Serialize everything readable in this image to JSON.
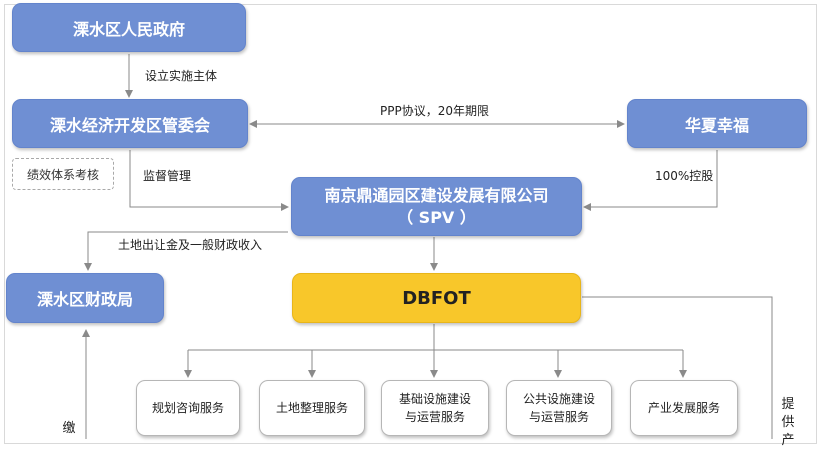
{
  "nodes": {
    "government": "溧水区人民政府",
    "committee": "溧水经济开发区管委会",
    "huaxia": "华夏幸福",
    "spv_line1": "南京鼎通园区建设发展有限公司",
    "spv_line2": "（ SPV ）",
    "finance": "溧水区财政局",
    "dbfot": "DBFOT",
    "performance": "绩效体系考核"
  },
  "services": [
    "规划咨询服务",
    "土地整理服务",
    "基础设施建设\n与运营服务",
    "公共设施建设\n与运营服务",
    "产业发展服务"
  ],
  "edges": {
    "establish": "设立实施主体",
    "ppp": "PPP协议，20年期限",
    "supervise": "监督管理",
    "holding": "100%控股",
    "land_income": "土地出让金及一般财政收入",
    "pay_fragment": "缴",
    "provide_fragment": "提供产"
  },
  "colors": {
    "box_blue": "#6f8fd3",
    "box_yellow": "#f8c72a",
    "line": "#8a8a8a"
  }
}
